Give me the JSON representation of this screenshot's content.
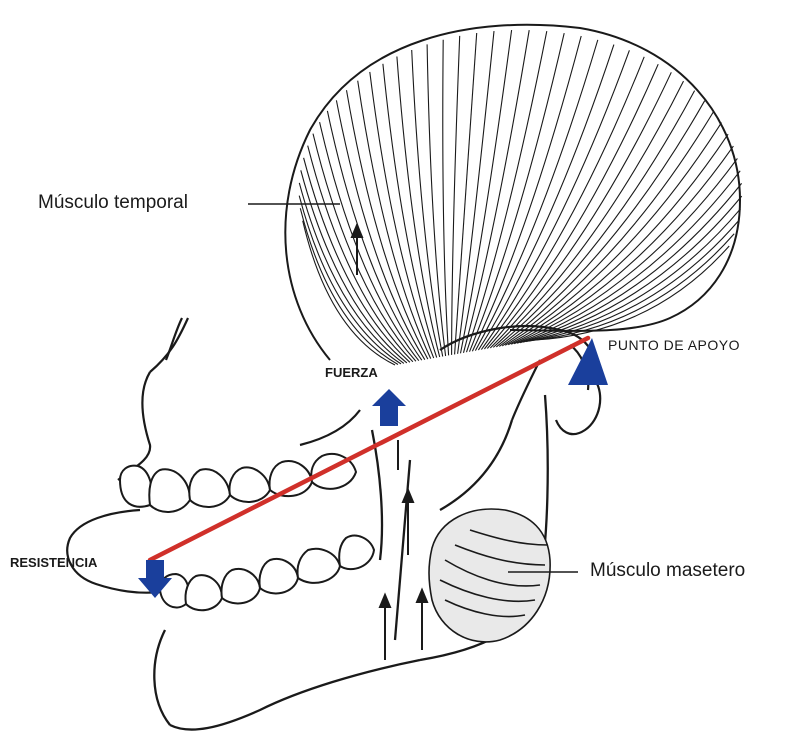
{
  "labels": {
    "temporal": "Músculo temporal",
    "masetero": "Músculo masetero",
    "punto_apoyo": "PUNTO DE APOYO",
    "fuerza": "FUERZA",
    "resistencia": "RESISTENCIA"
  },
  "colors": {
    "lever_line": "#d0302a",
    "markers": "#1a3f9c",
    "ink": "#1a1a1a"
  },
  "icons": {
    "fulcrum": "triangle-up-icon",
    "force": "arrow-up-icon",
    "resistance": "arrow-down-icon"
  }
}
